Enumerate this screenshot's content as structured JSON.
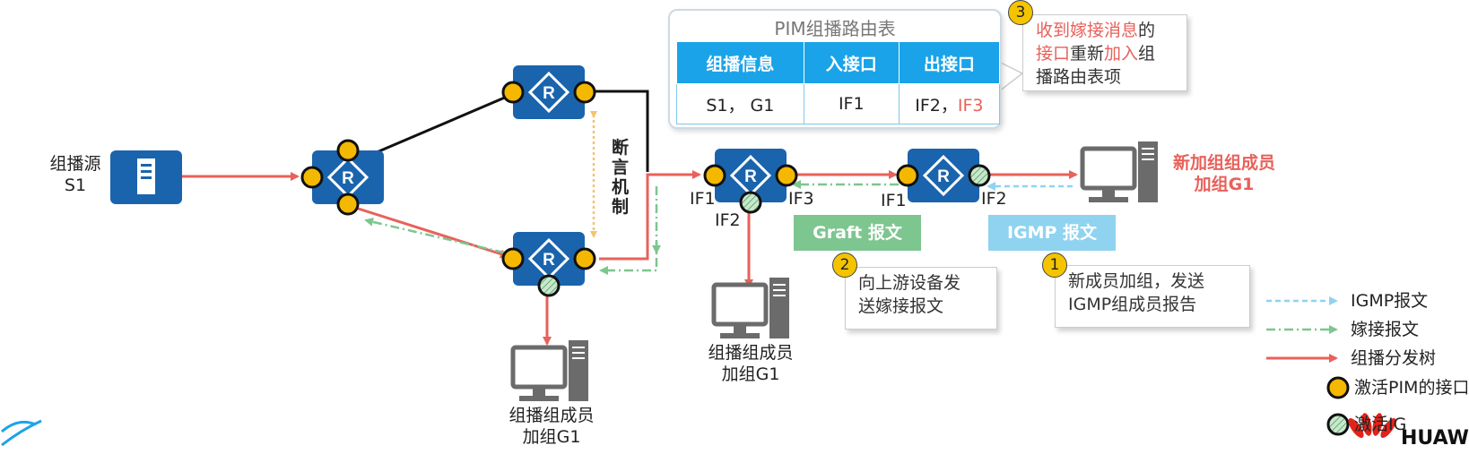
{
  "source": {
    "label_line1": "组播源",
    "label_line2": "S1"
  },
  "assert_label": "断言机制",
  "interfaces": {
    "if1_a": "IF1",
    "if2_a": "IF2",
    "if3_a": "IF3",
    "if1_b": "IF1",
    "if2_b": "IF2"
  },
  "receivers": {
    "left": {
      "line1": "组播组成员",
      "line2": "加组G1"
    },
    "middle": {
      "line1": "组播组成员",
      "line2": "加组G1"
    },
    "new": {
      "line1": "新加组组成员",
      "line2": "加组G1"
    }
  },
  "pim_table": {
    "title": "PIM组播路由表",
    "headers": [
      "组播信息",
      "入接口",
      "出接口"
    ],
    "row": {
      "info": "S1， G1",
      "in": "IF1",
      "out_prefix": "IF2，",
      "out_new": "IF3"
    }
  },
  "callout3": {
    "number": "3",
    "part1": "收到嫁接消息",
    "part2": "的",
    "part3": "接口",
    "part4": "重新",
    "part5": "加入",
    "part6": "组",
    "line3": "播路由表项"
  },
  "callout2": {
    "number": "2",
    "tag": "Graft 报文",
    "line1": "向上游设备发",
    "line2": "送嫁接报文"
  },
  "callout1": {
    "number": "1",
    "tag": "IGMP 报文",
    "line1": "新成员加组，发送",
    "line2": "IGMP组成员报告"
  },
  "legend": {
    "igmp": "IGMP报文",
    "graft": "嫁接报文",
    "tree": "组播分发树",
    "pim_if": "激活PIM的接口",
    "igmp_if": "激活IGMP的接口"
  },
  "brand": "HUAWEI",
  "colors": {
    "router": "#1a64ad",
    "tree": "#e8615a",
    "graft": "#7dc68f",
    "igmp": "#8fd3f0",
    "pim_if": "#f5b800",
    "igmp_if": "#a8d8b0"
  }
}
